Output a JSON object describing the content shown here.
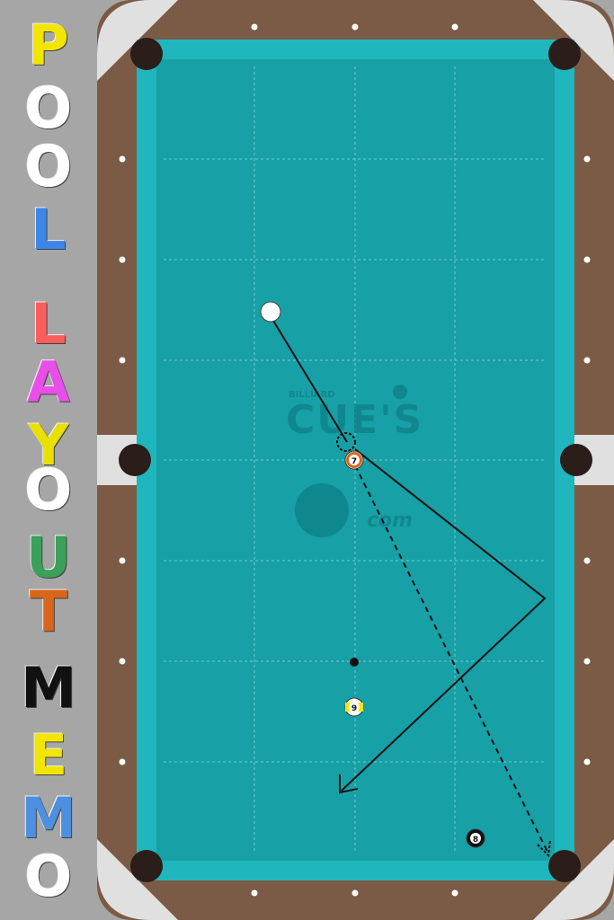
{
  "title": {
    "letters": [
      {
        "char": "P",
        "color": "#f2e600"
      },
      {
        "char": "O",
        "color": "#ffffff"
      },
      {
        "char": "O",
        "color": "#ffffff"
      },
      {
        "char": "L",
        "color": "#3d86e8"
      },
      {
        "char": "L",
        "color": "#ff5d5d"
      },
      {
        "char": "A",
        "color": "#e84ee8"
      },
      {
        "char": "Y",
        "color": "#e8e000"
      },
      {
        "char": "O",
        "color": "#ffffff"
      },
      {
        "char": "U",
        "color": "#3ba05a"
      },
      {
        "char": "T",
        "color": "#d9661a"
      },
      {
        "char": "M",
        "color": "#111111"
      },
      {
        "char": "E",
        "color": "#f2e600"
      },
      {
        "char": "M",
        "color": "#4d8fe0"
      },
      {
        "char": "O",
        "color": "#ffffff"
      }
    ]
  },
  "watermark": {
    "small_label": "BILLIARD",
    "brand": "CUE'S",
    "site": "com"
  },
  "balls": [
    {
      "id": "cue",
      "label": "",
      "kind": "cue"
    },
    {
      "id": "ball-7",
      "label": "7",
      "kind": "numbered",
      "stripe": "#d9661a"
    },
    {
      "id": "ball-9",
      "label": "9",
      "kind": "numbered",
      "stripe": "#f2e600"
    },
    {
      "id": "ball-8",
      "label": "8",
      "kind": "black"
    }
  ],
  "colors": {
    "cloth": "#17a0a6",
    "cushion": "#1fb6bd",
    "rail_wood": "#7b5b45",
    "pocket_plate": "#e0e0e0",
    "pocket": "#2a1d1a",
    "background": "#a6a6a6"
  }
}
